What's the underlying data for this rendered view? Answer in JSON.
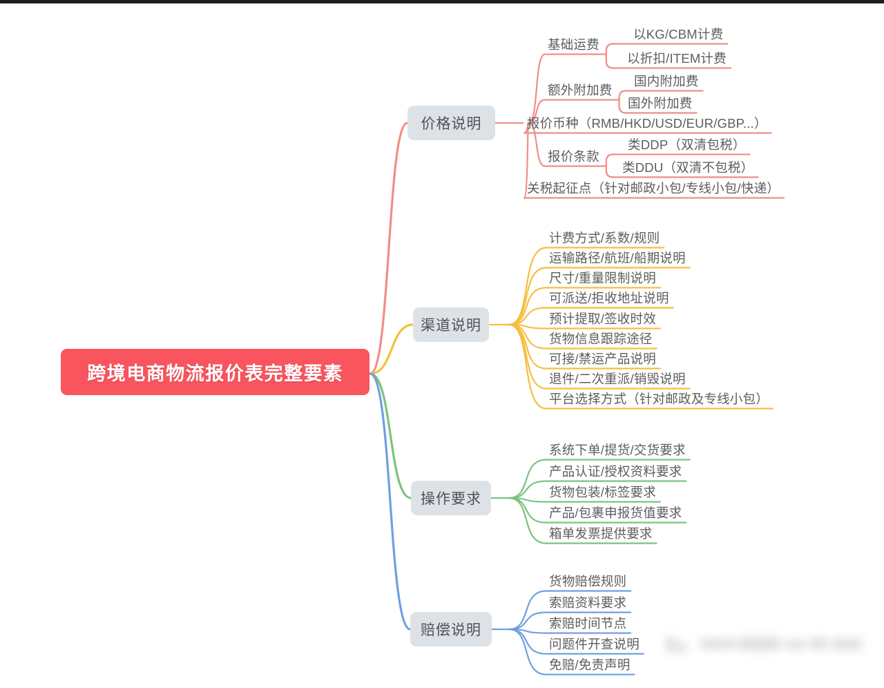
{
  "meta": {
    "root_color": "#f8555f",
    "node_bg": "#dde2e7",
    "text_color": "#5d5d5d",
    "branch_colors": {
      "price": "#f08d86",
      "channel": "#f5bf3f",
      "operation": "#79c47d",
      "compensation": "#6f9fe0"
    }
  },
  "root": {
    "label": "跨境电商物流报价表完整要素"
  },
  "branches": [
    {
      "id": "price",
      "label": "价格说明",
      "color": "#f08d86",
      "children": [
        {
          "label": "基础运费",
          "children": [
            {
              "label": "以KG/CBM计费"
            },
            {
              "label": "以折扣/ITEM计费"
            }
          ]
        },
        {
          "label": "额外附加费",
          "children": [
            {
              "label": "国内附加费"
            },
            {
              "label": "国外附加费"
            }
          ]
        },
        {
          "label": "报价币种（RMB/HKD/USD/EUR/GBP...）",
          "children": []
        },
        {
          "label": "报价条款",
          "children": [
            {
              "label": "类DDP（双清包税）"
            },
            {
              "label": "类DDU（双清不包税）"
            }
          ]
        },
        {
          "label": "关税起征点（针对邮政小包/专线小包/快递）",
          "children": []
        }
      ]
    },
    {
      "id": "channel",
      "label": "渠道说明",
      "color": "#f5bf3f",
      "children": [
        {
          "label": "计费方式/系数/规则",
          "children": []
        },
        {
          "label": "运输路径/航班/船期说明",
          "children": []
        },
        {
          "label": "尺寸/重量限制说明",
          "children": []
        },
        {
          "label": "可派送/拒收地址说明",
          "children": []
        },
        {
          "label": "预计提取/签收时效",
          "children": []
        },
        {
          "label": "货物信息跟踪途径",
          "children": []
        },
        {
          "label": "可接/禁运产品说明",
          "children": []
        },
        {
          "label": "退件/二次重派/销毁说明",
          "children": []
        },
        {
          "label": "平台选择方式（针对邮政及专线小包）",
          "children": []
        }
      ]
    },
    {
      "id": "operation",
      "label": "操作要求",
      "color": "#79c47d",
      "children": [
        {
          "label": "系统下单/提货/交货要求",
          "children": []
        },
        {
          "label": "产品认证/授权资料要求",
          "children": []
        },
        {
          "label": "货物包装/标签要求",
          "children": []
        },
        {
          "label": "产品/包裹申报货值要求",
          "children": []
        },
        {
          "label": "箱单发票提供要求",
          "children": []
        }
      ]
    },
    {
      "id": "compensation",
      "label": "赔偿说明",
      "color": "#6f9fe0",
      "children": [
        {
          "label": "货物赔偿规则",
          "children": []
        },
        {
          "label": "索赔资料要求",
          "children": []
        },
        {
          "label": "索赔时间节点",
          "children": []
        },
        {
          "label": "问题件开查说明",
          "children": []
        },
        {
          "label": "免赔/免责声明",
          "children": []
        }
      ]
    }
  ]
}
